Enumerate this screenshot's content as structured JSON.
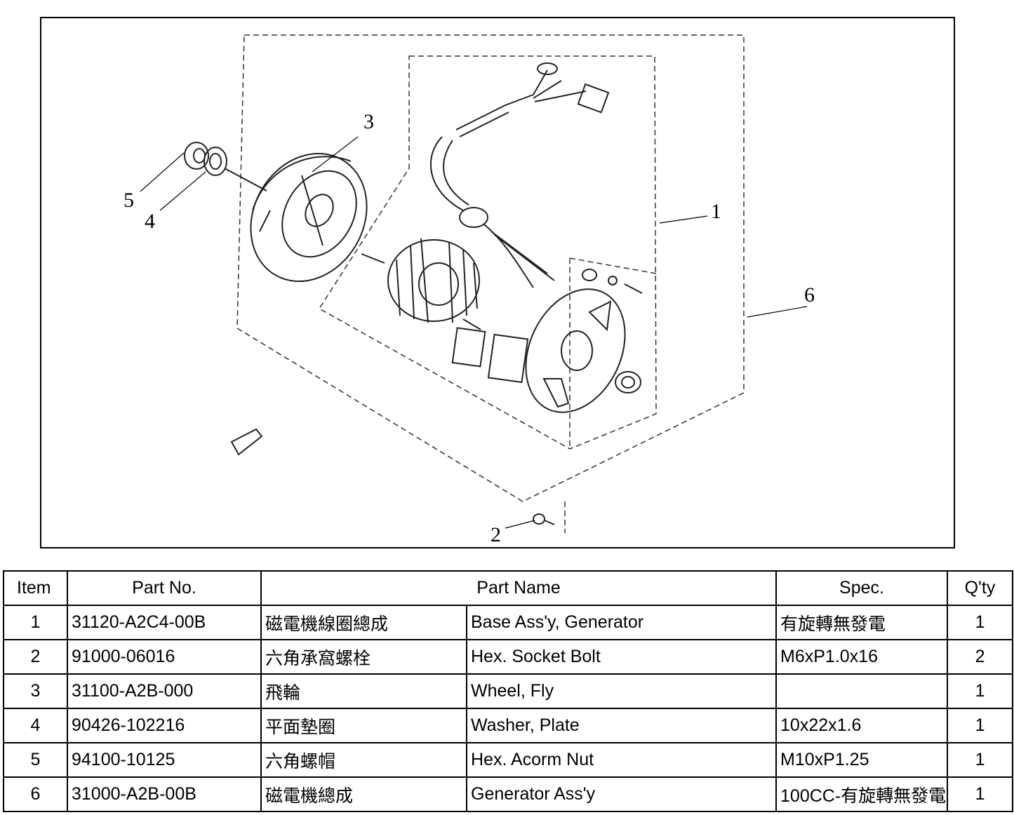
{
  "diagram": {
    "callouts": [
      "1",
      "2",
      "3",
      "4",
      "5",
      "6"
    ]
  },
  "table": {
    "headers": {
      "item": "Item",
      "part_no": "Part No.",
      "part_name": "Part Name",
      "spec": "Spec.",
      "qty": "Q'ty"
    },
    "rows": [
      {
        "item": "1",
        "part_no": "31120-A2C4-00B",
        "name_zh": "磁電機線圈總成",
        "name_en": "Base Ass'y, Generator",
        "spec": "有旋轉無發電",
        "qty": "1"
      },
      {
        "item": "2",
        "part_no": "91000-06016",
        "name_zh": "六角承窩螺栓",
        "name_en": "Hex. Socket Bolt",
        "spec": "M6xP1.0x16",
        "qty": "2"
      },
      {
        "item": "3",
        "part_no": "31100-A2B-000",
        "name_zh": "飛輪",
        "name_en": "Wheel, Fly",
        "spec": "",
        "qty": "1"
      },
      {
        "item": "4",
        "part_no": "90426-102216",
        "name_zh": "平面墊圈",
        "name_en": "Washer, Plate",
        "spec": "10x22x1.6",
        "qty": "1"
      },
      {
        "item": "5",
        "part_no": "94100-10125",
        "name_zh": "六角螺帽",
        "name_en": "Hex. Acorm Nut",
        "spec": "M10xP1.25",
        "qty": "1"
      },
      {
        "item": "6",
        "part_no": "31000-A2B-00B",
        "name_zh": "磁電機總成",
        "name_en": "Generator Ass'y",
        "spec": "100CC-有旋轉無發電",
        "qty": "1"
      }
    ]
  }
}
